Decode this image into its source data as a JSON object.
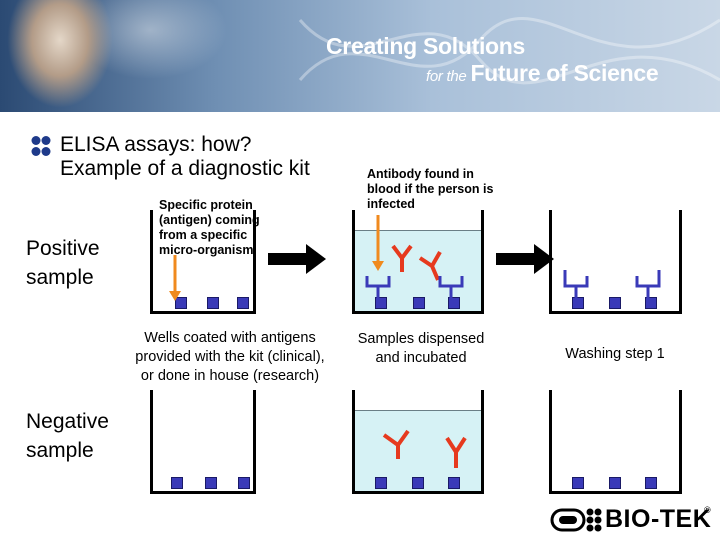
{
  "banner": {
    "line1": "Creating Solutions",
    "line2_prefix": "for the",
    "line2_main": "Future of Science"
  },
  "heading": {
    "line1": "ELISA assays: how?",
    "line2": "Example of a diagnostic kit"
  },
  "rows": {
    "positive": "Positive sample",
    "negative": "Negative sample"
  },
  "notes": {
    "antigen": "Specific protein (antigen) coming from a specific micro-organism",
    "antibody": "Antibody found in blood if the person is infected"
  },
  "captions": {
    "wells_coated": [
      "Wells coated with antigens",
      "provided with the kit (clinical),",
      "or done in house (research)"
    ],
    "samples": [
      "Samples dispensed",
      "and incubated"
    ],
    "washing": "Washing step 1"
  },
  "logo": {
    "text": "BIO-TEK",
    "mark": "®"
  },
  "colors": {
    "antigen_blue": "#3a3ab8",
    "antibody_red": "#e63a1e",
    "arrow_orange": "#f08a1e",
    "liquid": "#d6f2f5"
  }
}
